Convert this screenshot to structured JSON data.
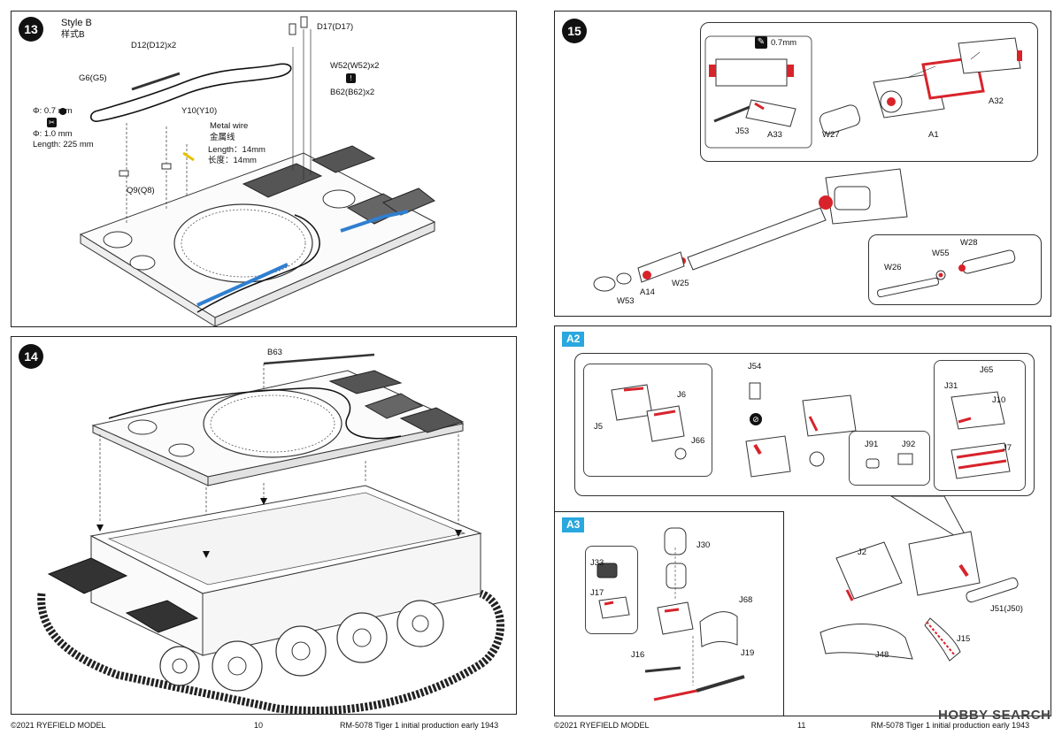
{
  "left_page": {
    "step13": {
      "number": "13",
      "style_title": "Style B",
      "style_title_cn": "样式B",
      "labels": {
        "d12": "D12(D12)x2",
        "d17": "D17(D17)",
        "w52": "W52(W52)x2",
        "b62": "B62(B62)x2",
        "g6": "G6(G5)",
        "y10": "Y10(Y10)",
        "metal_wire": "Metal wire",
        "metal_wire_cn": "金属线",
        "length_en": "Length：14mm",
        "length_cn": "长度：14mm",
        "phi07": "Φ: 0.7 mm",
        "phi10": "Φ: 1.0 mm",
        "length225": "Length: 225 mm",
        "q9": "Q9(Q8)"
      }
    },
    "step14": {
      "number": "14",
      "labels": {
        "b63": "B63"
      }
    },
    "footer": {
      "copyright": "©2021 RYEFIELD MODEL",
      "page": "10",
      "product": "RM-5078  Tiger 1 initial production early 1943"
    }
  },
  "right_page": {
    "step15": {
      "number": "15",
      "labels": {
        "drill": "0.7mm",
        "j53": "J53",
        "a33": "A33",
        "w27": "W27",
        "a1": "A1",
        "a32": "A32",
        "w26": "W26",
        "w55": "W55",
        "w28": "W28",
        "a14": "A14",
        "w25": "W25",
        "w53": "W53"
      }
    },
    "a2": {
      "tag": "A2",
      "labels": {
        "j54": "J54",
        "j65": "J65",
        "j31": "J31",
        "j10": "J10",
        "j5": "J5",
        "j6": "J6",
        "j66": "J66",
        "j91": "J91",
        "j92": "J92",
        "j7": "J7"
      }
    },
    "a3": {
      "tag": "A3",
      "labels": {
        "j33": "J33",
        "j30": "J30",
        "j17": "J17",
        "j68": "J68",
        "j16": "J16",
        "j19": "J19"
      }
    },
    "assembly": {
      "labels": {
        "j2": "J2",
        "j51": "J51(J50)",
        "j15": "J15",
        "j48": "J48"
      }
    },
    "footer": {
      "copyright": "©2021 RYEFIELD MODEL",
      "page": "11",
      "product": "RM-5078  Tiger 1 initial production early 1943"
    },
    "watermark": "HOBBY SEARCH"
  },
  "colors": {
    "highlight_red": "#d8232a",
    "highlight_blue": "#2f7fd0",
    "tag_blue": "#29a7df",
    "yellow": "#e6c200"
  }
}
